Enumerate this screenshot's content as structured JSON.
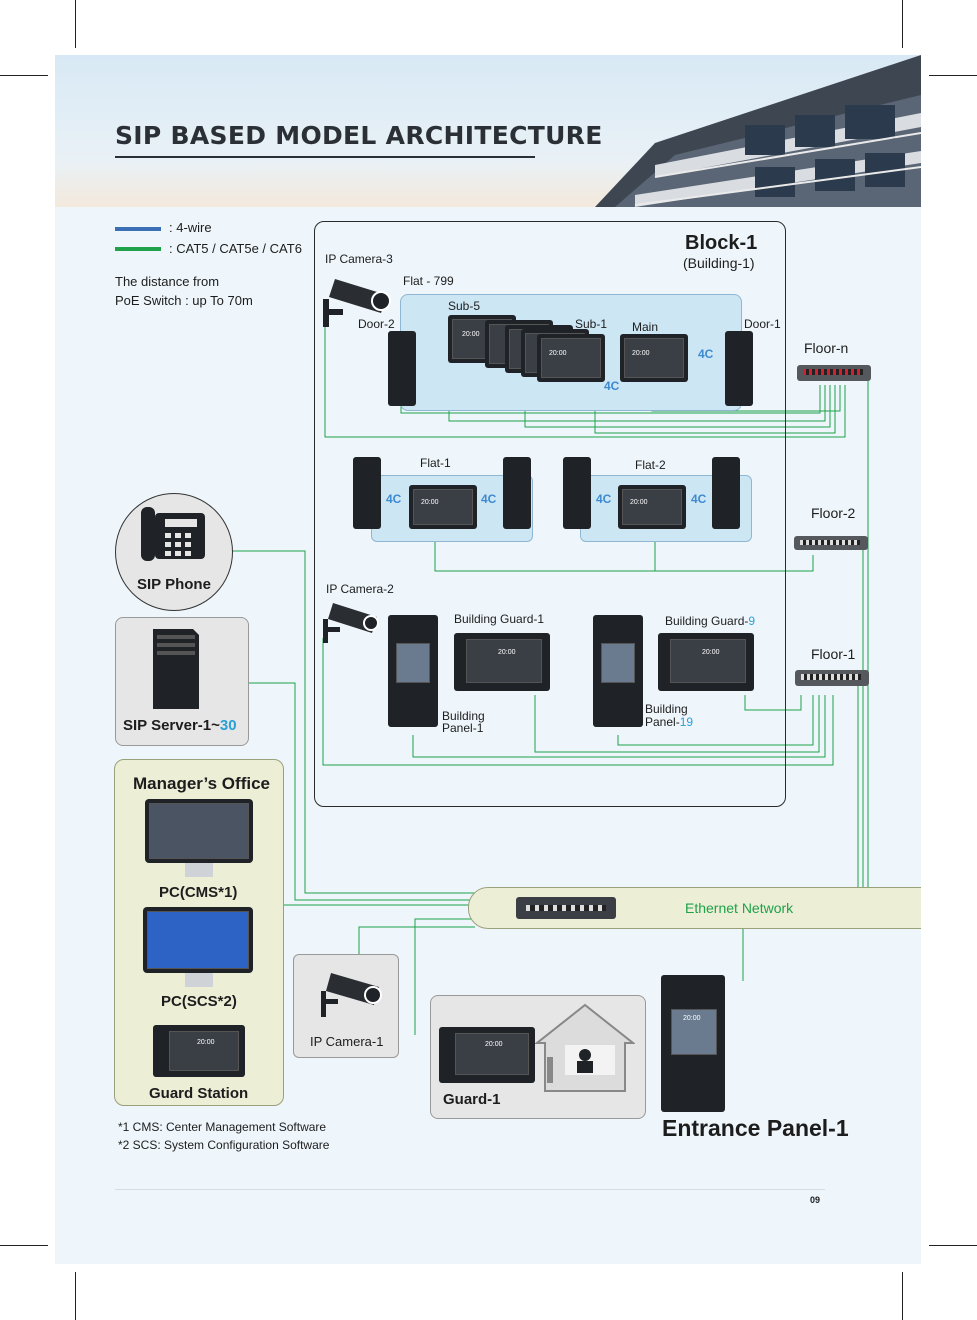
{
  "title": "SIP BASED MODEL ARCHITECTURE",
  "legend": {
    "four_wire": ": 4-wire",
    "cat": ": CAT5 / CAT5e / CAT6",
    "distance_line1": "The distance from",
    "distance_line2": "PoE Switch : up To 70m",
    "colors": {
      "four_wire": "#3b6fb5",
      "cat": "#1fa24a"
    }
  },
  "block": {
    "title": "Block-1",
    "subtitle": "(Building-1)",
    "ip_camera_3": "IP Camera-3",
    "flat_799": "Flat  - 799",
    "door_2": "Door-2",
    "door_1": "Door-1",
    "sub_5": "Sub-5",
    "sub_1": "Sub-1",
    "main": "Main",
    "flat_1": "Flat-1",
    "flat_2": "Flat-2",
    "ip_camera_2": "IP Camera-2",
    "building_guard_1": "Building Guard-1",
    "building_guard_9_prefix": "Building Guard-",
    "building_guard_9_num": "9",
    "building_panel_1_a": "Building",
    "building_panel_1_b": "Panel-1",
    "building_panel_19_a": "Building",
    "building_panel_19_b_prefix": "Panel-",
    "building_panel_19_b_num": "19",
    "four_c": "4C"
  },
  "floors": {
    "n": "Floor-n",
    "two": "Floor-2",
    "one": "Floor-1"
  },
  "sip_phone": "SIP Phone",
  "sip_server_prefix": "SIP Server-1~",
  "sip_server_num": "30",
  "managers_office": {
    "title": "Manager’s Office",
    "pc_cms": "PC(CMS*1)",
    "pc_scs": "PC(SCS*2)",
    "guard_station": "Guard Station"
  },
  "ethernet_network": "Ethernet Network",
  "ip_camera_1": "IP Camera-1",
  "guard_1": "Guard-1",
  "entrance_panel_1": "Entrance Panel-1",
  "footnotes": {
    "cms": "*1 CMS: Center Management Software",
    "scs": "*2 SCS: System Configuration Software"
  },
  "page_number": "09",
  "screen_time": "20:00"
}
